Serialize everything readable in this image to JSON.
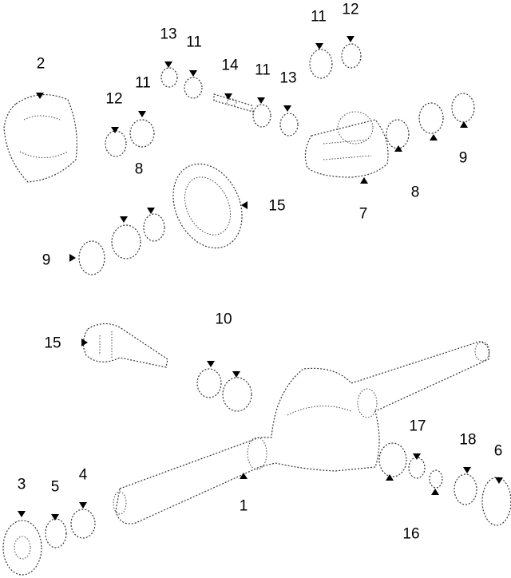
{
  "callouts": [
    {
      "id": "c2",
      "text": "2"
    },
    {
      "id": "c13a",
      "text": "13"
    },
    {
      "id": "c11a",
      "text": "11"
    },
    {
      "id": "c11b",
      "text": "11"
    },
    {
      "id": "c12a",
      "text": "12"
    },
    {
      "id": "c11c",
      "text": "11"
    },
    {
      "id": "c12b",
      "text": "12"
    },
    {
      "id": "c14",
      "text": "14"
    },
    {
      "id": "c11d",
      "text": "11"
    },
    {
      "id": "c13b",
      "text": "13"
    },
    {
      "id": "c8a",
      "text": "8"
    },
    {
      "id": "c9a",
      "text": "9"
    },
    {
      "id": "c8b",
      "text": "8"
    },
    {
      "id": "c7",
      "text": "7"
    },
    {
      "id": "c15a",
      "text": "15"
    },
    {
      "id": "c9b",
      "text": "9"
    },
    {
      "id": "c10",
      "text": "10"
    },
    {
      "id": "c15b",
      "text": "15"
    },
    {
      "id": "c17",
      "text": "17"
    },
    {
      "id": "c18",
      "text": "18"
    },
    {
      "id": "c6",
      "text": "6"
    },
    {
      "id": "c3",
      "text": "3"
    },
    {
      "id": "c5",
      "text": "5"
    },
    {
      "id": "c4",
      "text": "4"
    },
    {
      "id": "c1",
      "text": "1"
    },
    {
      "id": "c16",
      "text": "16"
    }
  ]
}
